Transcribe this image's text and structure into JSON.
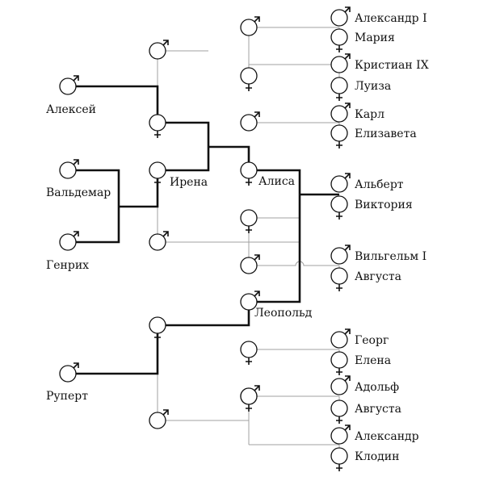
{
  "people": {
    "aleksei": {
      "name": "Алексей",
      "sex": "male"
    },
    "valdemar": {
      "name": "Вальдемар",
      "sex": "male"
    },
    "genrikh": {
      "name": "Генрих",
      "sex": "male"
    },
    "rupert": {
      "name": "Руперт",
      "sex": "male"
    },
    "nikolai": {
      "name": "",
      "sex": "male"
    },
    "alexandra": {
      "name": "",
      "sex": "female"
    },
    "irena": {
      "name": "Ирена",
      "sex": "female"
    },
    "genrikh_sr": {
      "name": "",
      "sex": "male"
    },
    "alice_mother": {
      "name": "",
      "sex": "female"
    },
    "leopold": {
      "name": "Леопольд",
      "sex": "male"
    },
    "helena": {
      "name": "",
      "sex": "female"
    },
    "alexander3": {
      "name": "",
      "sex": "male"
    },
    "dagmar": {
      "name": "",
      "sex": "female"
    },
    "ludwig4": {
      "name": "",
      "sex": "male"
    },
    "alice": {
      "name": "Алиса",
      "sex": "female"
    },
    "victoria_d": {
      "name": "",
      "sex": "female"
    },
    "friedrich3": {
      "name": "",
      "sex": "male"
    },
    "leopold_sr": {
      "name": "",
      "sex": "male"
    },
    "helena_w": {
      "name": "",
      "sex": "female"
    },
    "friedrich_w": {
      "name": "",
      "sex": "male"
    },
    "alexander_i": {
      "name": "Александр I",
      "sex": "male"
    },
    "maria": {
      "name": "Мария",
      "sex": "female"
    },
    "christian9": {
      "name": "Кристиан IX",
      "sex": "male"
    },
    "louise": {
      "name": "Луиза",
      "sex": "female"
    },
    "karl": {
      "name": "Карл",
      "sex": "male"
    },
    "elizabeth": {
      "name": "Елизавета",
      "sex": "female"
    },
    "albert": {
      "name": "Альберт",
      "sex": "male"
    },
    "victoria": {
      "name": "Виктория",
      "sex": "female"
    },
    "wilhelm1": {
      "name": "Вильгельм I",
      "sex": "male"
    },
    "augusta1": {
      "name": "Августа",
      "sex": "female"
    },
    "georg": {
      "name": "Георг",
      "sex": "male"
    },
    "elena": {
      "name": "Елена",
      "sex": "female"
    },
    "adolf": {
      "name": "Адольф",
      "sex": "male"
    },
    "augusta2": {
      "name": "Августа",
      "sex": "female"
    },
    "alexander_w": {
      "name": "Александр",
      "sex": "male"
    },
    "claudine": {
      "name": "Клодин",
      "sex": "female"
    }
  },
  "colors": {
    "line": "#111111",
    "thin_line": "#a0a0a0",
    "background": "#ffffff"
  }
}
